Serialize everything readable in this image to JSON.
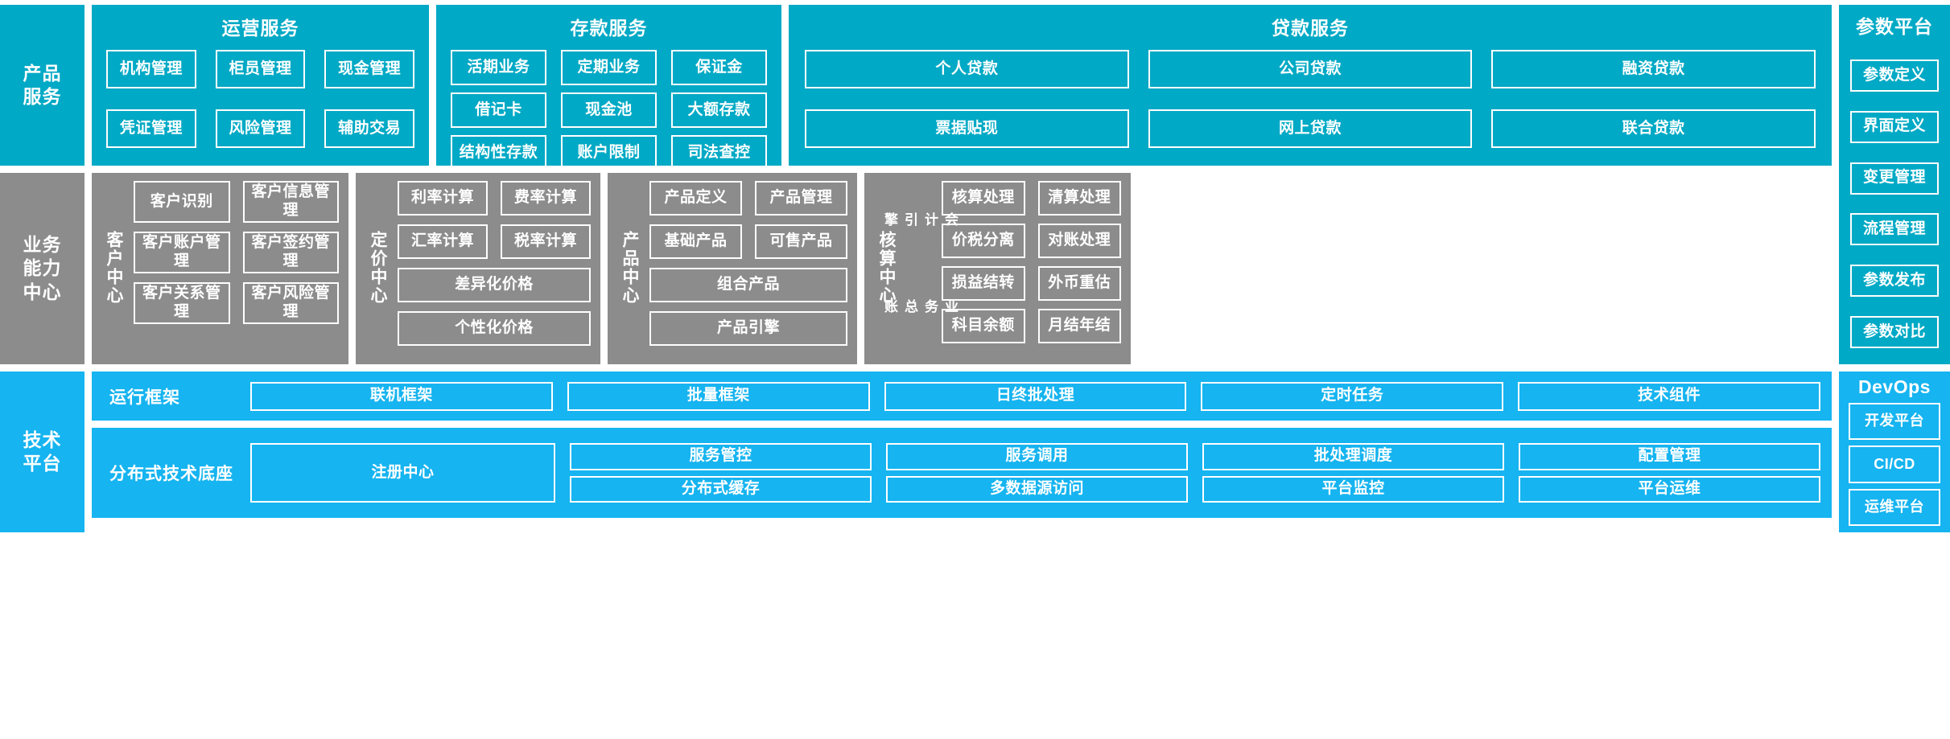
{
  "layers": {
    "product": {
      "label": "产品\n服务"
    },
    "business": {
      "label": "业务\n能力\n中心"
    },
    "tech": {
      "label": "技术\n平台"
    }
  },
  "product_services": {
    "operation": {
      "title": "运营服务",
      "items": [
        "机构管理",
        "柜员管理",
        "现金管理",
        "凭证管理",
        "风险管理",
        "辅助交易"
      ]
    },
    "deposit": {
      "title": "存款服务",
      "items": [
        "活期业务",
        "定期业务",
        "保证金",
        "借记卡",
        "现金池",
        "大额存款",
        "结构性存款",
        "账户限制",
        "司法查控"
      ]
    },
    "loan": {
      "title": "贷款服务",
      "items": [
        "个人贷款",
        "公司贷款",
        "融资贷款",
        "票据贴现",
        "网上贷款",
        "联合贷款"
      ]
    }
  },
  "param_platform": {
    "title": "参数平台",
    "items": [
      "参数定义",
      "界面定义",
      "变更管理",
      "流程管理",
      "参数发布",
      "参数对比"
    ]
  },
  "business_centers": {
    "customer": {
      "label": "客户中心",
      "items": [
        "客户识别",
        "客户信息管理",
        "客户账户管理",
        "客户签约管理",
        "客户关系管理",
        "客户风险管理"
      ]
    },
    "pricing": {
      "label": "定价中心",
      "grid_items": [
        "利率计算",
        "费率计算",
        "汇率计算",
        "税率计算"
      ],
      "wide_items": [
        "差异化价格",
        "个性化价格"
      ]
    },
    "product": {
      "label": "产品中心",
      "grid_items": [
        "产品定义",
        "产品管理",
        "基础产品",
        "可售产品"
      ],
      "wide_items": [
        "组合产品",
        "产品引擎"
      ]
    },
    "accounting": {
      "label": "核算中心",
      "groups": [
        {
          "label": "会计引擎",
          "items": [
            "核算处理",
            "清算处理",
            "价税分离",
            "对账处理"
          ]
        },
        {
          "label": "业务总账",
          "items": [
            "损益结转",
            "外币重估",
            "科目余额",
            "月结年结"
          ]
        }
      ]
    }
  },
  "tech_platform": {
    "run_framework": {
      "name": "运行框架",
      "items": [
        "联机框架",
        "批量框架",
        "日终批处理",
        "定时任务",
        "技术组件"
      ]
    },
    "distributed_base": {
      "name": "分布式技术底座",
      "main_item": "注册中心",
      "pairs": [
        [
          "服务管控",
          "分布式缓存"
        ],
        [
          "服务调用",
          "多数据源访问"
        ],
        [
          "批处理调度",
          "平台监控"
        ],
        [
          "配置管理",
          "平台运维"
        ]
      ]
    }
  },
  "devops": {
    "title": "DevOps",
    "items": [
      "开发平台",
      "CI/CD",
      "运维平台"
    ]
  },
  "colors": {
    "teal": "#00A9C5",
    "gray": "#8C8C8C",
    "blue": "#16B4F0",
    "border": "#FFFFFF"
  }
}
